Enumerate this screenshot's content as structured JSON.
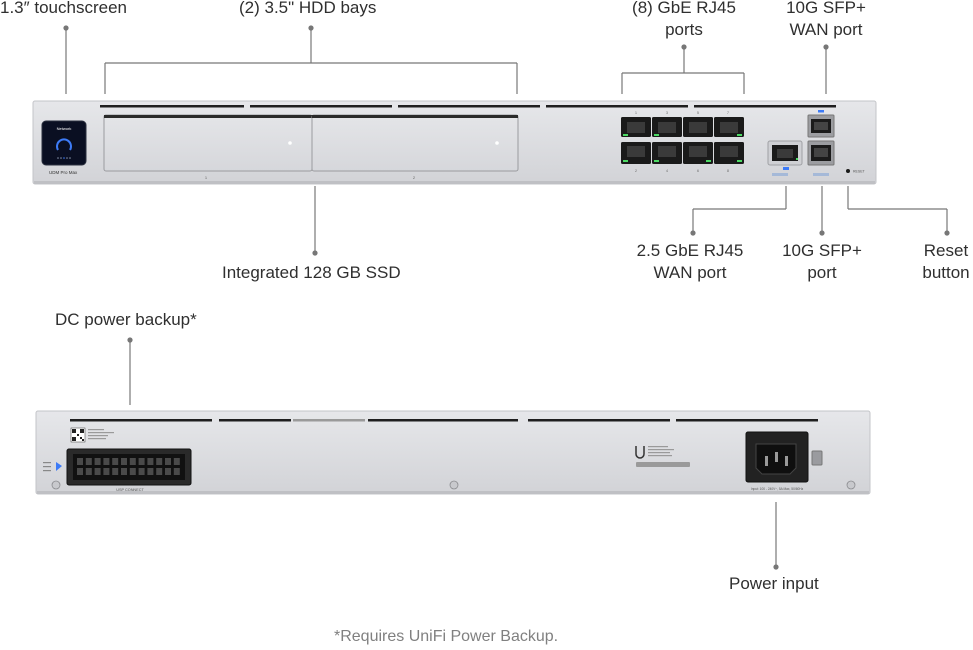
{
  "front_labels": {
    "touchscreen": "1.3″ touchscreen",
    "hdd_bays": "(2) 3.5\" HDD bays",
    "gbe_ports_line1": "(8) GbE RJ45",
    "gbe_ports_line2": "ports",
    "sfp_wan_line1": "10G SFP+",
    "sfp_wan_line2": "WAN port",
    "ssd": "Integrated 128 GB SSD",
    "rj45_wan_line1": "2.5 GbE RJ45",
    "rj45_wan_line2": "WAN port",
    "sfp_port_line1": "10G SFP+",
    "sfp_port_line2": "port",
    "reset_line1": "Reset",
    "reset_line2": "button"
  },
  "device_front": {
    "screen_title": "Network",
    "model_label": "UDM Pro Max",
    "bay_numbers": [
      "1",
      "2"
    ],
    "port_numbers_top": [
      "1",
      "3",
      "5",
      "7"
    ],
    "port_numbers_bottom": [
      "2",
      "4",
      "6",
      "8"
    ],
    "reset_text": "RESET"
  },
  "back_labels": {
    "dc_backup": "DC power backup*",
    "power_input": "Power input"
  },
  "device_back": {
    "connector_label": "USP CONNECT",
    "power_rating": "Input: 100 - 240V~, 5A Max, 50/60Hz"
  },
  "footnote": "*Requires UniFi Power Backup.",
  "colors": {
    "chassis": "#dcdde0",
    "port_led": "#4cd964",
    "screen_blue": "#3d7bf7",
    "leader_line": "#777777"
  }
}
